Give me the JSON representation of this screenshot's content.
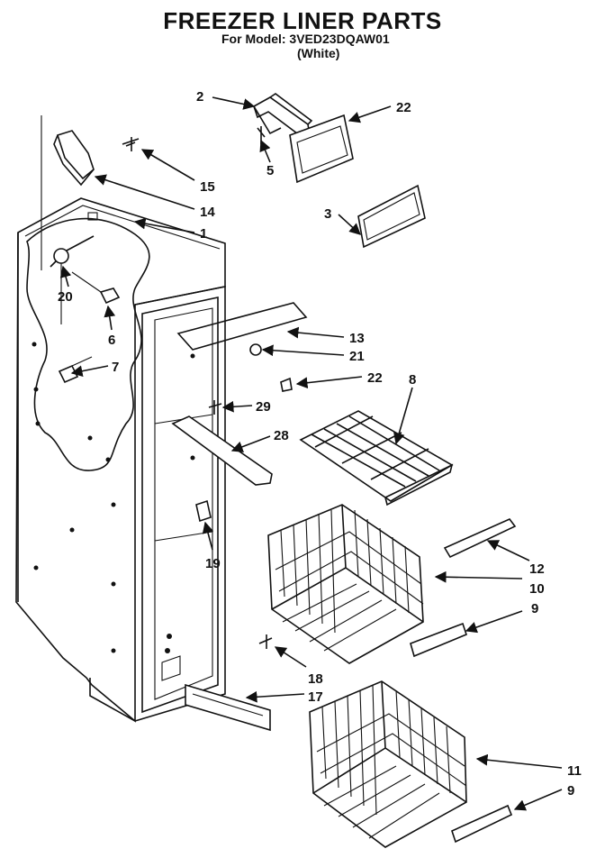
{
  "header": {
    "title": "FREEZER LINER PARTS",
    "model_line": "For Model: 3VED23DQAW01",
    "variant": "(White)"
  },
  "callouts": [
    "2",
    "22",
    "5",
    "15",
    "14",
    "1",
    "3",
    "20",
    "6",
    "7",
    "13",
    "21",
    "22",
    "8",
    "29",
    "28",
    "19",
    "12",
    "10",
    "9",
    "18",
    "17",
    "11",
    "9"
  ]
}
